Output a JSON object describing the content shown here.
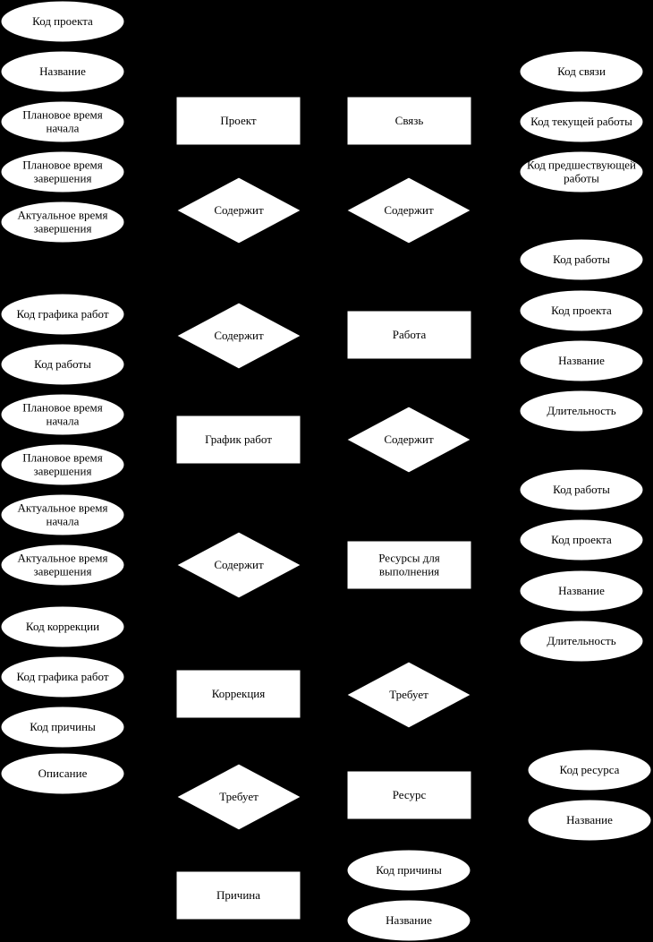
{
  "entities": {
    "project": "Проект",
    "link": "Связь",
    "work": "Работа",
    "schedule": "График работ",
    "resources_exec": [
      "Ресурсы для",
      "выполнения"
    ],
    "correction": "Коррекция",
    "resource": "Ресурс",
    "reason": "Причина"
  },
  "relations": {
    "project_contains": "Содержит",
    "link_contains": "Содержит",
    "schedule_contains": "Содержит",
    "work_contains": "Содержит",
    "correction_contains": "Содержит",
    "requires_resource": "Требует",
    "requires_reason": "Требует"
  },
  "attributes": {
    "project": [
      [
        "Код проекта"
      ],
      [
        "Название"
      ],
      [
        "Плановое время",
        "начала"
      ],
      [
        "Плановое время",
        "завершения"
      ],
      [
        "Актуальное время",
        "завершения"
      ]
    ],
    "schedule": [
      [
        "Код графика работ"
      ],
      [
        "Код работы"
      ],
      [
        "Плановое время",
        "начала"
      ],
      [
        "Плановое время",
        "завершения"
      ],
      [
        "Актуальное время",
        "начала"
      ],
      [
        "Актуальное время",
        "завершения"
      ]
    ],
    "correction": [
      [
        "Код коррекции"
      ],
      [
        "Код графика работ"
      ],
      [
        "Код причины"
      ],
      [
        "Описание"
      ]
    ],
    "link": [
      [
        "Код связи"
      ],
      [
        "Код текущей работы"
      ],
      [
        "Код предшествующей",
        "работы"
      ]
    ],
    "work": [
      [
        "Код работы"
      ],
      [
        "Код проекта"
      ],
      [
        "Название"
      ],
      [
        "Длительность"
      ]
    ],
    "resources_exec": [
      [
        "Код работы"
      ],
      [
        "Код проекта"
      ],
      [
        "Название"
      ],
      [
        "Длительность"
      ]
    ],
    "resource": [
      [
        "Код ресурса"
      ],
      [
        "Название"
      ]
    ],
    "reason": [
      [
        "Код причины"
      ],
      [
        "Название"
      ]
    ]
  }
}
